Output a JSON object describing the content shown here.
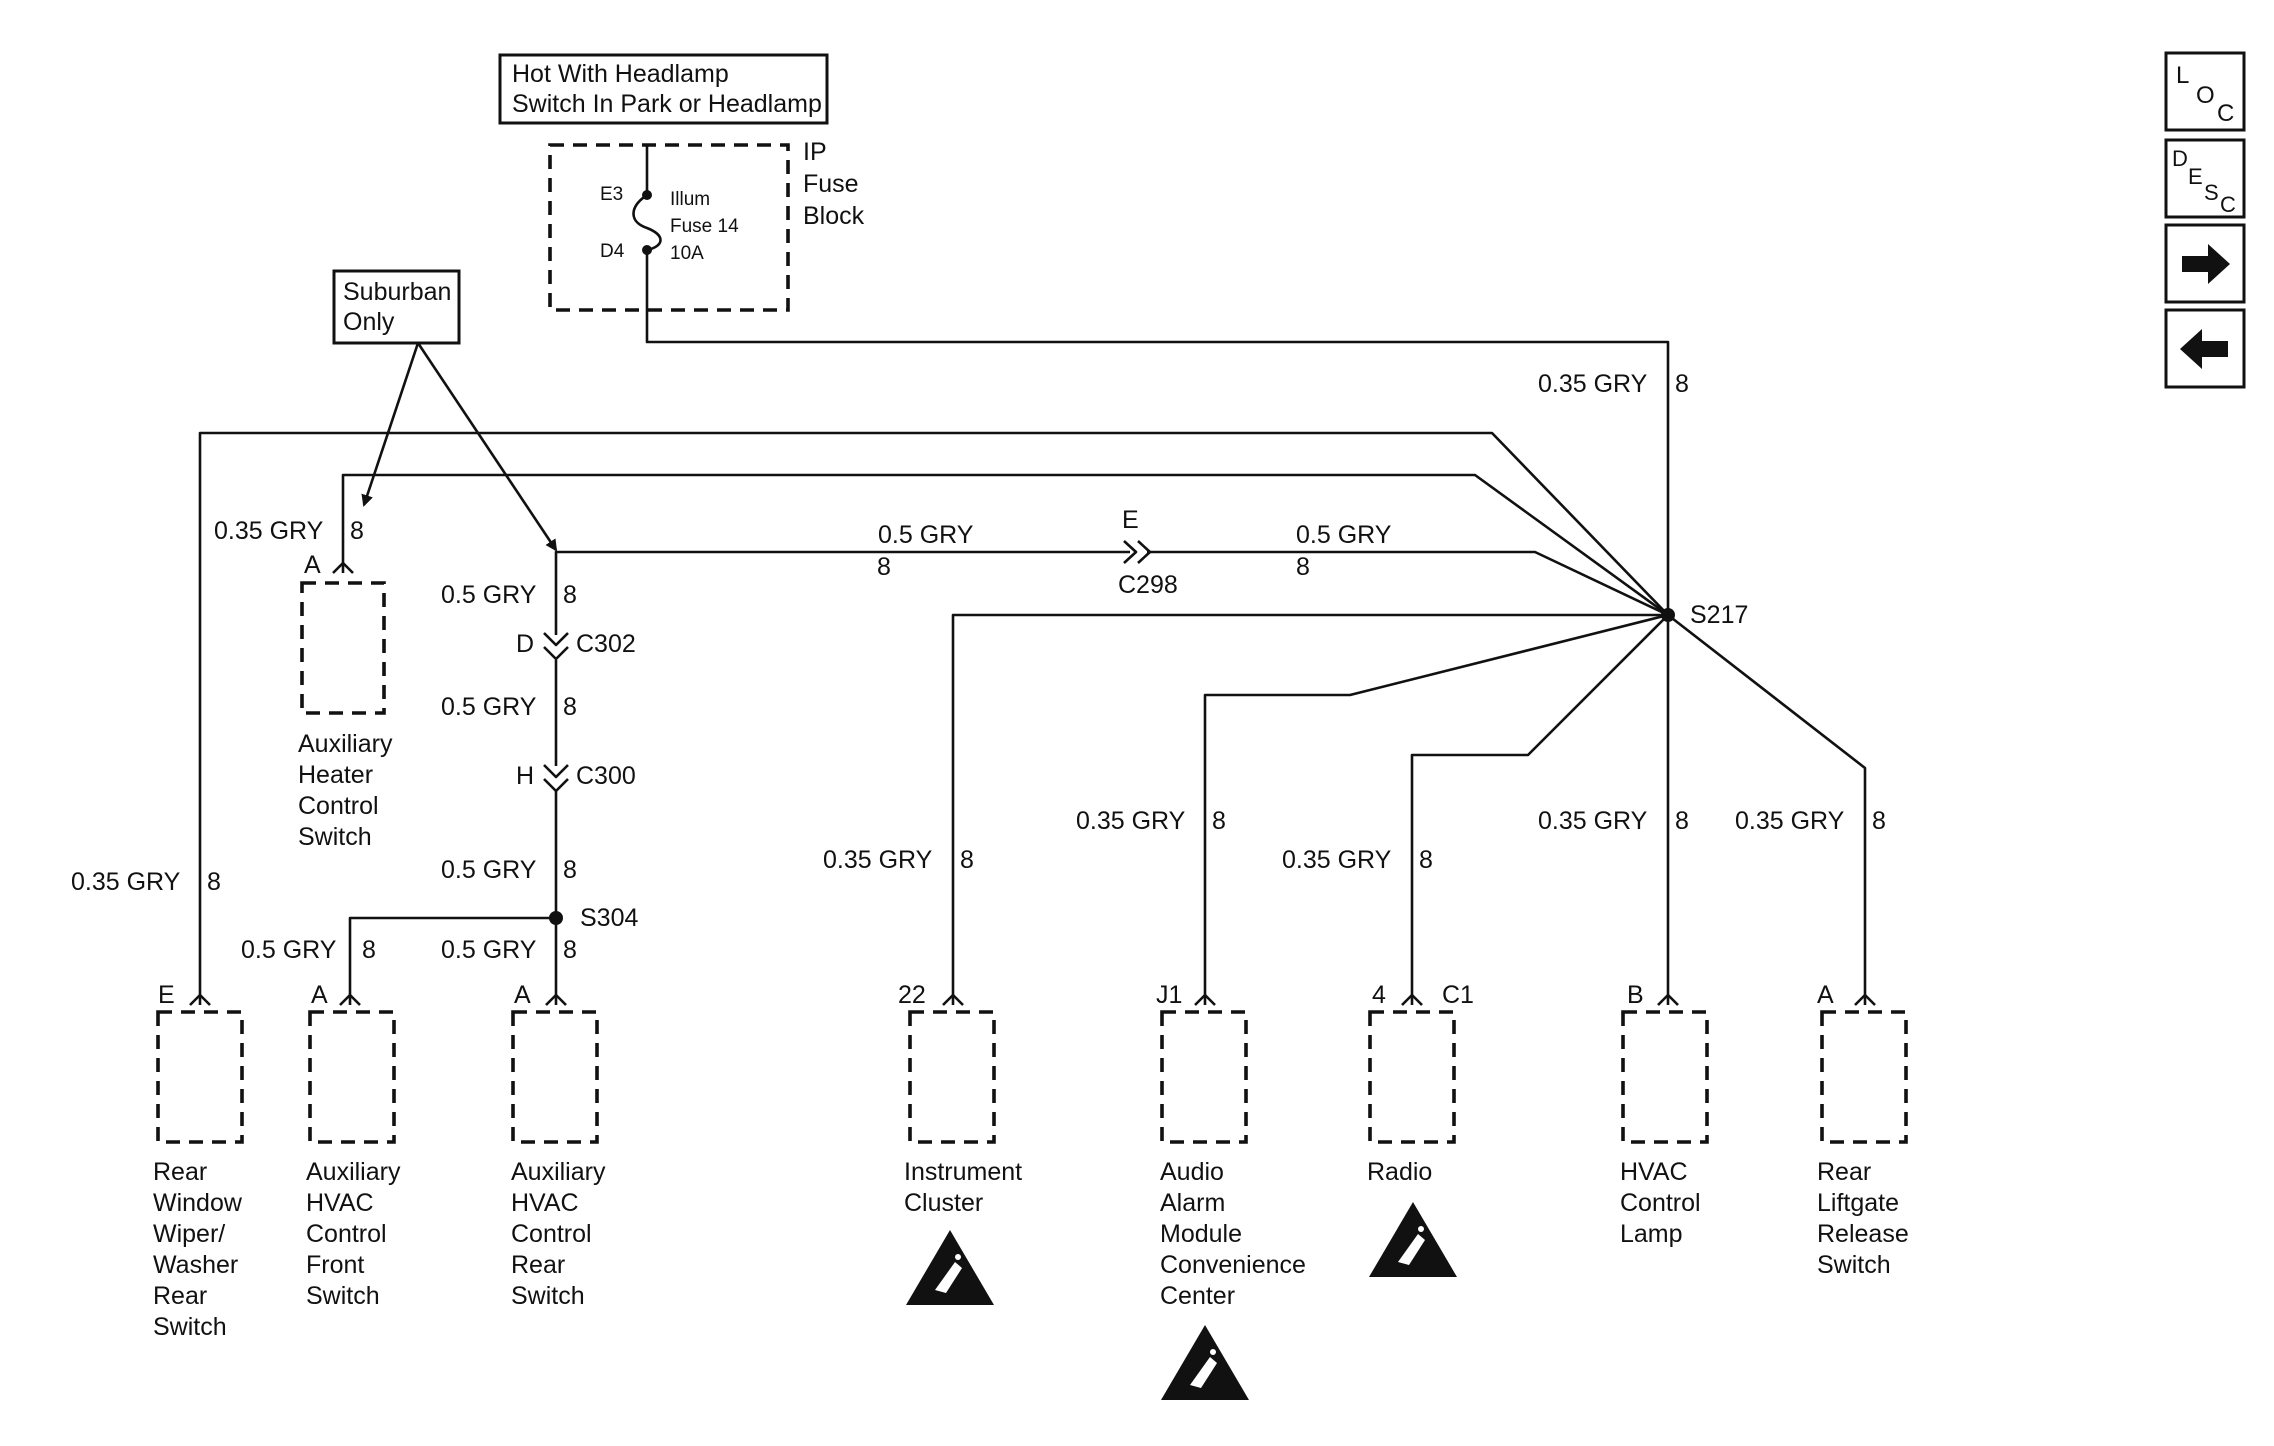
{
  "power_note": {
    "line1": "Hot With Headlamp",
    "line2": "Switch In Park or Headlamp"
  },
  "fuse_block": {
    "label": [
      "IP",
      "Fuse",
      "Block"
    ],
    "term_top": "E3",
    "term_bottom": "D4",
    "fuse": [
      "Illum",
      "Fuse 14",
      "10A"
    ]
  },
  "suburban_note": [
    "Suburban",
    "Only"
  ],
  "wires": {
    "main": "0.35 GRY",
    "main_ckt": "8",
    "aux_heater": "0.35 GRY",
    "aux_heater_ckt": "8",
    "c298_left": "0.5 GRY",
    "c298_left_ckt": "8",
    "c298_right": "0.5 GRY",
    "c298_right_ckt": "8",
    "c302_above": "0.5 GRY",
    "c302_above_ckt": "8",
    "c302_below": "0.5 GRY",
    "c302_below_ckt": "8",
    "c300_below": "0.5 GRY",
    "c300_below_ckt": "8",
    "front_sw": "0.5 GRY",
    "front_sw_ckt": "8",
    "rear_sw": "0.5 GRY",
    "rear_sw_ckt": "8",
    "wiper": "0.35 GRY",
    "wiper_ckt": "8",
    "cluster": "0.35 GRY",
    "cluster_ckt": "8",
    "alarm": "0.35 GRY",
    "alarm_ckt": "8",
    "radio": "0.35 GRY",
    "radio_ckt": "8",
    "hvac_lamp": "0.35 GRY",
    "hvac_lamp_ckt": "8",
    "liftgate": "0.35 GRY",
    "liftgate_ckt": "8"
  },
  "connectors": {
    "c298": {
      "pin": "E",
      "name": "C298"
    },
    "c302": {
      "pin": "D",
      "name": "C302"
    },
    "c300": {
      "pin": "H",
      "name": "C300"
    }
  },
  "splices": {
    "s217": "S217",
    "s304": "S304"
  },
  "components": [
    {
      "pin": "A",
      "pin2": "",
      "label": [
        "Auxiliary",
        "Heater",
        "Control",
        "Switch"
      ],
      "esd": false
    },
    {
      "pin": "E",
      "pin2": "",
      "label": [
        "Rear",
        "Window",
        "Wiper/",
        "Washer",
        "Rear",
        "Switch"
      ],
      "esd": false
    },
    {
      "pin": "A",
      "pin2": "",
      "label": [
        "Auxiliary",
        "HVAC",
        "Control",
        "Front",
        "Switch"
      ],
      "esd": false
    },
    {
      "pin": "A",
      "pin2": "",
      "label": [
        "Auxiliary",
        "HVAC",
        "Control",
        "Rear",
        "Switch"
      ],
      "esd": false
    },
    {
      "pin": "22",
      "pin2": "",
      "label": [
        "Instrument",
        "Cluster"
      ],
      "esd": true
    },
    {
      "pin": "J1",
      "pin2": "",
      "label": [
        "Audio",
        "Alarm",
        "Module",
        "Convenience",
        "Center"
      ],
      "esd": true
    },
    {
      "pin": "4",
      "pin2": "C1",
      "label": [
        "Radio"
      ],
      "esd": true
    },
    {
      "pin": "B",
      "pin2": "",
      "label": [
        "HVAC",
        "Control",
        "Lamp"
      ],
      "esd": false
    },
    {
      "pin": "A",
      "pin2": "",
      "label": [
        "Rear",
        "Liftgate",
        "Release",
        "Switch"
      ],
      "esd": false
    }
  ],
  "nav": {
    "loc": {
      "l1": "L",
      "l2": "O",
      "l3": "C"
    },
    "desc": {
      "l1": "D",
      "l2": "E",
      "l3": "S",
      "l4": "C"
    },
    "next_icon": "arrow-right-icon",
    "prev_icon": "arrow-left-icon"
  }
}
